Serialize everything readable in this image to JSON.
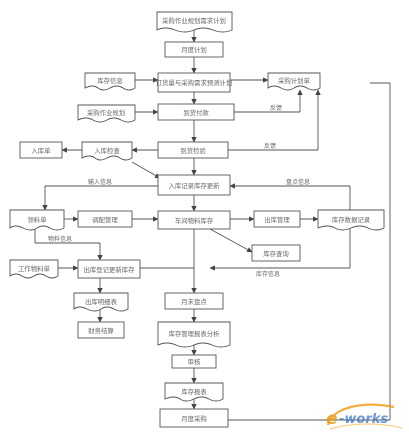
{
  "nodes": {
    "n_top": "采购作业规划需求计划",
    "n_plan": "月度计划",
    "n_stock1": "库存信息",
    "n_mid": "订货量与采购需求预测计划",
    "n_buy": "采购计划单",
    "n_pur": "采购作业规划",
    "n_arr": "到货付款",
    "n_ret": "入库单",
    "n_in": "入库检查",
    "n_qc": "到货检验",
    "n_inrec": "入库记录库存更新",
    "n_left": "领料单",
    "n_store": "调配管理",
    "n_center": "车间物料库存",
    "n_out": "出库管理",
    "n_reg": "库存数据记录",
    "n_xiao": "库存查询",
    "n_work": "工作物料单",
    "n_ledger": "出库登记更新库存",
    "n_dep": "出库明细表",
    "n_fin": "财务结算",
    "n_month": "月末盘点",
    "n_mgr": "库存管理报表分析",
    "n_doc": "审核",
    "n_rep": "库存报表",
    "n_end": "月度采购"
  },
  "edge_labels": {
    "e_feedback1": "反馈",
    "e_feedback2": "反馈",
    "e_info": "输入信息",
    "e_check": "盘点信息",
    "e_mat": "物料信息",
    "e_stock2": "库存信息"
  },
  "watermark": "e-works"
}
